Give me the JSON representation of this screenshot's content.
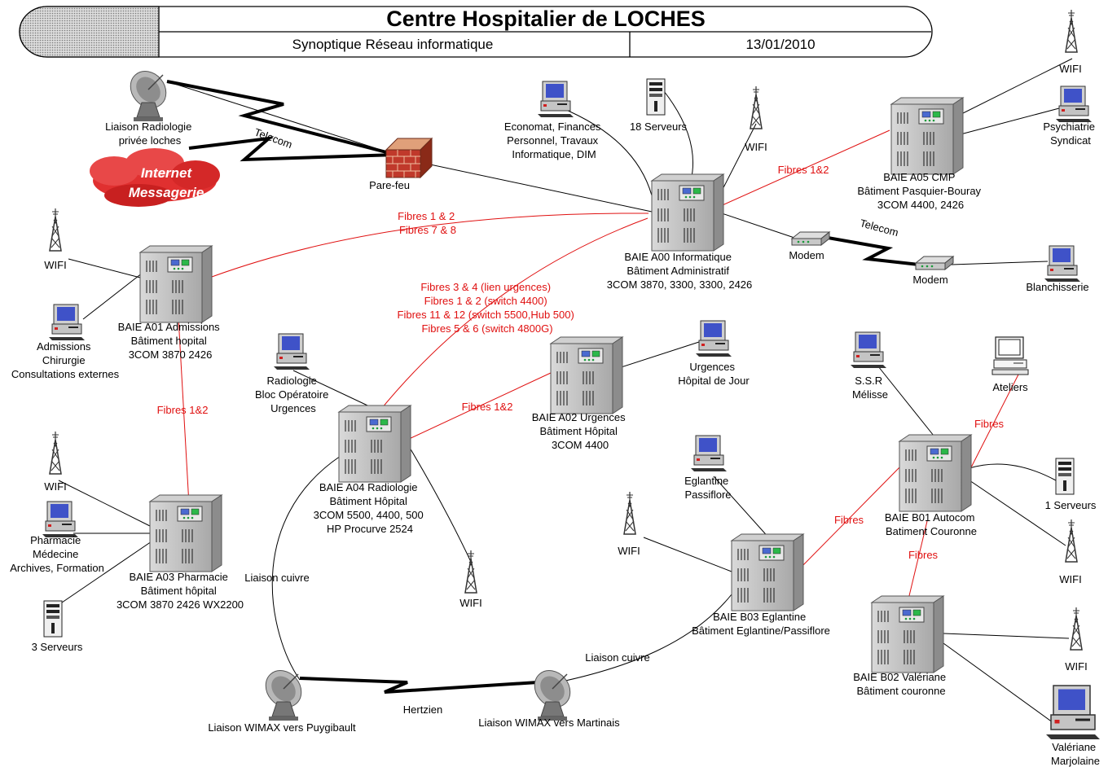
{
  "header": {
    "title": "Centre Hospitalier de LOCHES",
    "subtitle": "Synoptique Réseau informatique",
    "date": "13/01/2010"
  },
  "labels": {
    "radiologie_privee": [
      "Liaison Radiologie",
      "privée loches"
    ],
    "telecom_top": "Telecom",
    "internet": [
      "Internet",
      "Messagerie"
    ],
    "parefeu": "Pare-feu",
    "economat": [
      "Economat, Finances",
      "Personnel, Travaux",
      "Informatique, DIM"
    ],
    "serveurs_18": "18 Serveurs",
    "wifi": "WIFI",
    "baie_a05": [
      "BAIE A05 CMP",
      "Bâtiment Pasquier-Bouray",
      "3COM 4400, 2426"
    ],
    "psychiatrie": [
      "Psychiatrie",
      "Syndicat"
    ],
    "baie_a00": [
      "BAIE A00 Informatique",
      "Bâtiment Administratif",
      "3COM 3870, 3300, 3300, 2426"
    ],
    "modem": "Modem",
    "telecom_right": "Telecom",
    "blanchisserie": "Blanchisserie",
    "baie_a01": [
      "BAIE A01 Admissions",
      "Bâtiment hopital",
      "3COM 3870 2426"
    ],
    "admissions": [
      "Admissions",
      "Chirurgie",
      "Consultations externes"
    ],
    "radiologie_bloc": [
      "Radiologie",
      "Bloc Opératoire",
      "Urgences"
    ],
    "baie_a02": [
      "BAIE A02 Urgences",
      "Bâtiment Hôpital",
      "3COM 4400"
    ],
    "urgences_hdj": [
      "Urgences",
      "Hôpital de Jour"
    ],
    "ssr": [
      "S.S.R",
      "Mélisse"
    ],
    "ateliers": "Ateliers",
    "baie_a04": [
      "BAIE A04 Radiologie",
      "Bâtiment Hôpital",
      "3COM 5500, 4400, 500",
      "HP Procurve 2524"
    ],
    "eglantine": [
      "Eglantine",
      "Passiflore"
    ],
    "baie_b01": [
      "BAIE B01 Autocom",
      "Batiment Couronne"
    ],
    "serveurs_1": "1 Serveurs",
    "pharmacie": [
      "Pharmacie",
      "Médecine",
      "Archives, Formation"
    ],
    "baie_a03": [
      "BAIE A03 Pharmacie",
      "Bâtiment hôpital",
      "3COM 3870 2426 WX2200"
    ],
    "serveurs_3": "3 Serveurs",
    "liaison_cuivre": "Liaison cuivre",
    "baie_b03": [
      "BAIE B03 Eglantine",
      "Bâtiment Eglantine/Passiflore"
    ],
    "baie_b02": [
      "BAIE B02 Valériane",
      "Bâtiment couronne"
    ],
    "wimax_puygibault": "Liaison WIMAX vers Puygibault",
    "hertzien": "Hertzien",
    "wimax_martinais": "Liaison WIMAX vers Martinais",
    "valeriane": [
      "Valériane",
      "Marjolaine"
    ]
  },
  "fibres": {
    "a00_a05": "Fibres 1&2",
    "a00_a01": [
      "Fibres 1 & 2",
      "Fibres 7 & 8"
    ],
    "a00_a04": [
      "Fibres 3 & 4 (lien urgences)",
      "Fibres 1 & 2 (switch 4400)",
      "Fibres 11 & 12 (switch 5500,Hub 500)",
      "Fibres 5 & 6 (switch 4800G)"
    ],
    "a01_a03": "Fibres 1&2",
    "a04_a02": "Fibres 1&2",
    "b01_ateliers": "Fibres",
    "b01_b03": "Fibres",
    "b01_b02": "Fibres"
  },
  "colors": {
    "fibre": "#e01010",
    "rack_body": "#b5b5b5",
    "screen": "#3f52c8",
    "brick": "#c0392b"
  }
}
